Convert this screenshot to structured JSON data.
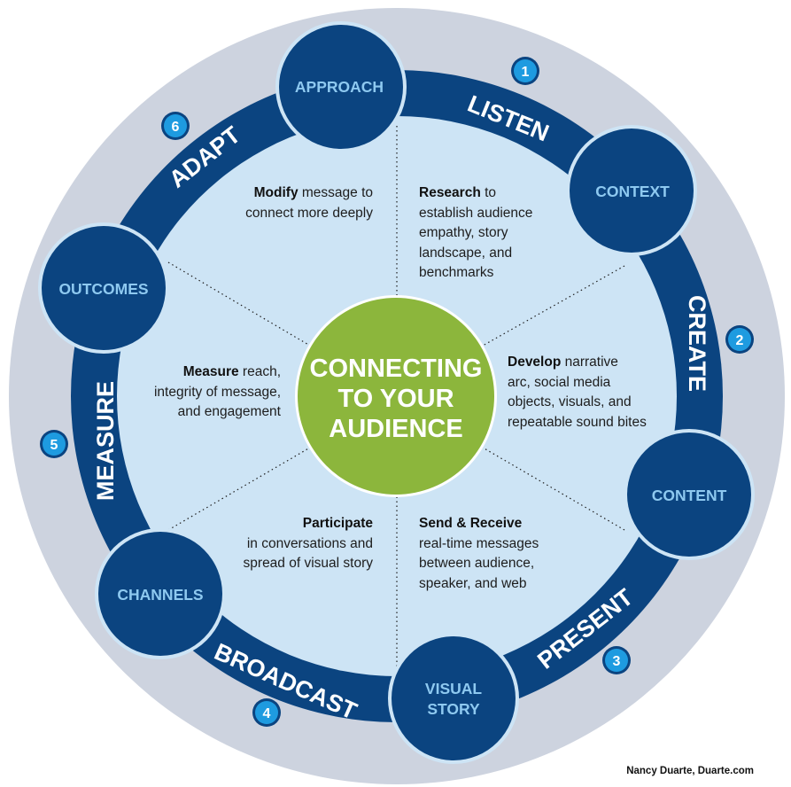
{
  "title": "Connecting to Your Audience",
  "center": {
    "lines": [
      "CONNECTING",
      "TO YOUR",
      "AUDIENCE"
    ]
  },
  "stages": [
    {
      "number": "1",
      "label": "LISTEN"
    },
    {
      "number": "2",
      "label": "CREATE"
    },
    {
      "number": "3",
      "label": "PRESENT"
    },
    {
      "number": "4",
      "label": "BROADCAST"
    },
    {
      "number": "5",
      "label": "MEASURE"
    },
    {
      "number": "6",
      "label": "ADAPT"
    }
  ],
  "nodes": [
    {
      "lines": [
        "APPROACH"
      ]
    },
    {
      "lines": [
        "CONTEXT"
      ]
    },
    {
      "lines": [
        "CONTENT"
      ]
    },
    {
      "lines": [
        "VISUAL",
        "STORY"
      ]
    },
    {
      "lines": [
        "CHANNELS"
      ]
    },
    {
      "lines": [
        "OUTCOMES"
      ]
    }
  ],
  "descriptions": {
    "listen": {
      "bold": "Research",
      "rest": " to",
      "lines": [
        "establish audience",
        "empathy, story",
        "landscape, and",
        "benchmarks"
      ]
    },
    "create": {
      "bold": "Develop",
      "rest": " narrative",
      "lines": [
        "arc, social media",
        "objects, visuals, and",
        "repeatable sound bites"
      ]
    },
    "present": {
      "bold": "Send & Receive",
      "rest": "",
      "lines": [
        "real-time messages",
        "between audience,",
        "speaker, and web"
      ]
    },
    "broadcast": {
      "bold": "Participate",
      "rest": "",
      "lines": [
        "in conversations and",
        "spread of visual story"
      ]
    },
    "measure": {
      "bold": "Measure",
      "rest": " reach,",
      "lines": [
        "integrity of message,",
        "and engagement"
      ]
    },
    "adapt": {
      "bold": "Modify",
      "rest": " message to",
      "lines": [
        "connect more deeply"
      ]
    }
  },
  "credit": "Nancy Duarte, Duarte.com",
  "colors": {
    "outer_ring": "#cdd3df",
    "dark_ring": "#0b4480",
    "inner_disk": "#cde4f5",
    "center": "#8cb63c",
    "node_text": "#8ec9f0",
    "badge": "#1e9be0",
    "badge_border": "#0b4480"
  }
}
